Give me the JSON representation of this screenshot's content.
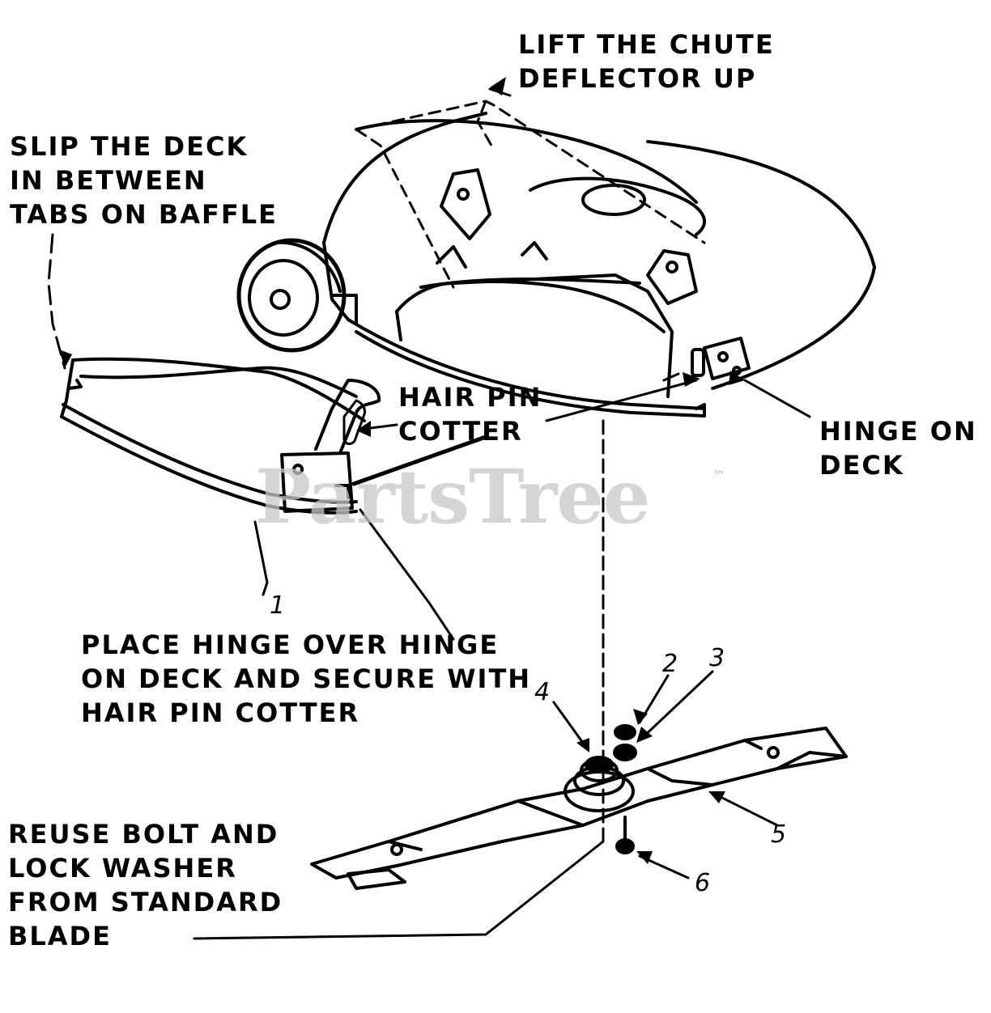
{
  "callouts": {
    "chute": [
      "LIFT THE CHUTE",
      "DEFLECTOR UP"
    ],
    "slip_deck": [
      "SLIP THE DECK",
      "IN BETWEEN",
      "TABS ON BAFFLE"
    ],
    "hair_pin": [
      "HAIR PIN",
      "COTTER"
    ],
    "hinge_on_deck": [
      "HINGE ON",
      "DECK"
    ],
    "place_hinge": [
      "PLACE HINGE OVER HINGE",
      "ON DECK AND SECURE WITH",
      "HAIR PIN COTTER"
    ],
    "reuse_bolt": [
      "REUSE BOLT AND",
      "LOCK WASHER",
      "FROM STANDARD",
      "BLADE"
    ]
  },
  "part_numbers": {
    "baffle": "1",
    "washer_top": "2",
    "washer_second": "3",
    "adapter": "4",
    "blade": "5",
    "bolt": "6"
  },
  "watermark": {
    "text": "PartsTree",
    "trademark": "™"
  },
  "colors": {
    "ink": "#000000",
    "paper": "#ffffff",
    "watermark": "#c8c8c8"
  }
}
